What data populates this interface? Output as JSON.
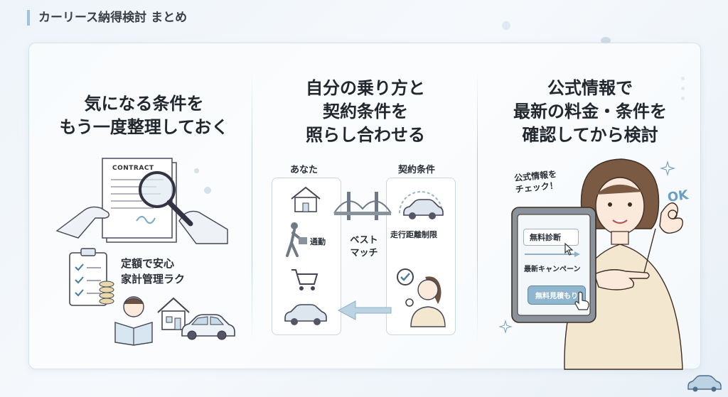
{
  "page": {
    "title": "カーリース納得検討 まとめ"
  },
  "columns": [
    {
      "heading_lines": [
        "気になる条件を",
        "もう一度整理しておく"
      ],
      "contract_label": "CONTRACT",
      "benefit_lines": [
        "定額で安心",
        "家計管理ラク"
      ]
    },
    {
      "heading_lines": [
        "自分の乗り方と",
        "契約条件を",
        "照らし合わせる"
      ],
      "you_label": "あなた",
      "contract_label": "契約条件",
      "commute_label": "通勤",
      "match_lines": [
        "ベスト",
        "マッチ"
      ],
      "mileage_label": "走行距離制限"
    },
    {
      "heading_lines": [
        "公式情報で",
        "最新の料金・条件を",
        "確認してから検討"
      ],
      "bubble_lines": [
        "公式情報を",
        "チェック！"
      ],
      "ok_label": "OK",
      "tablet": {
        "diagnosis": "無料診断",
        "campaign": "最新キャンペーン",
        "estimate_button": "無料見積もり"
      }
    }
  ],
  "colors": {
    "accent": "#9fc3d9",
    "panel_border": "#d6e2ec",
    "button": "#8fb6ce"
  }
}
